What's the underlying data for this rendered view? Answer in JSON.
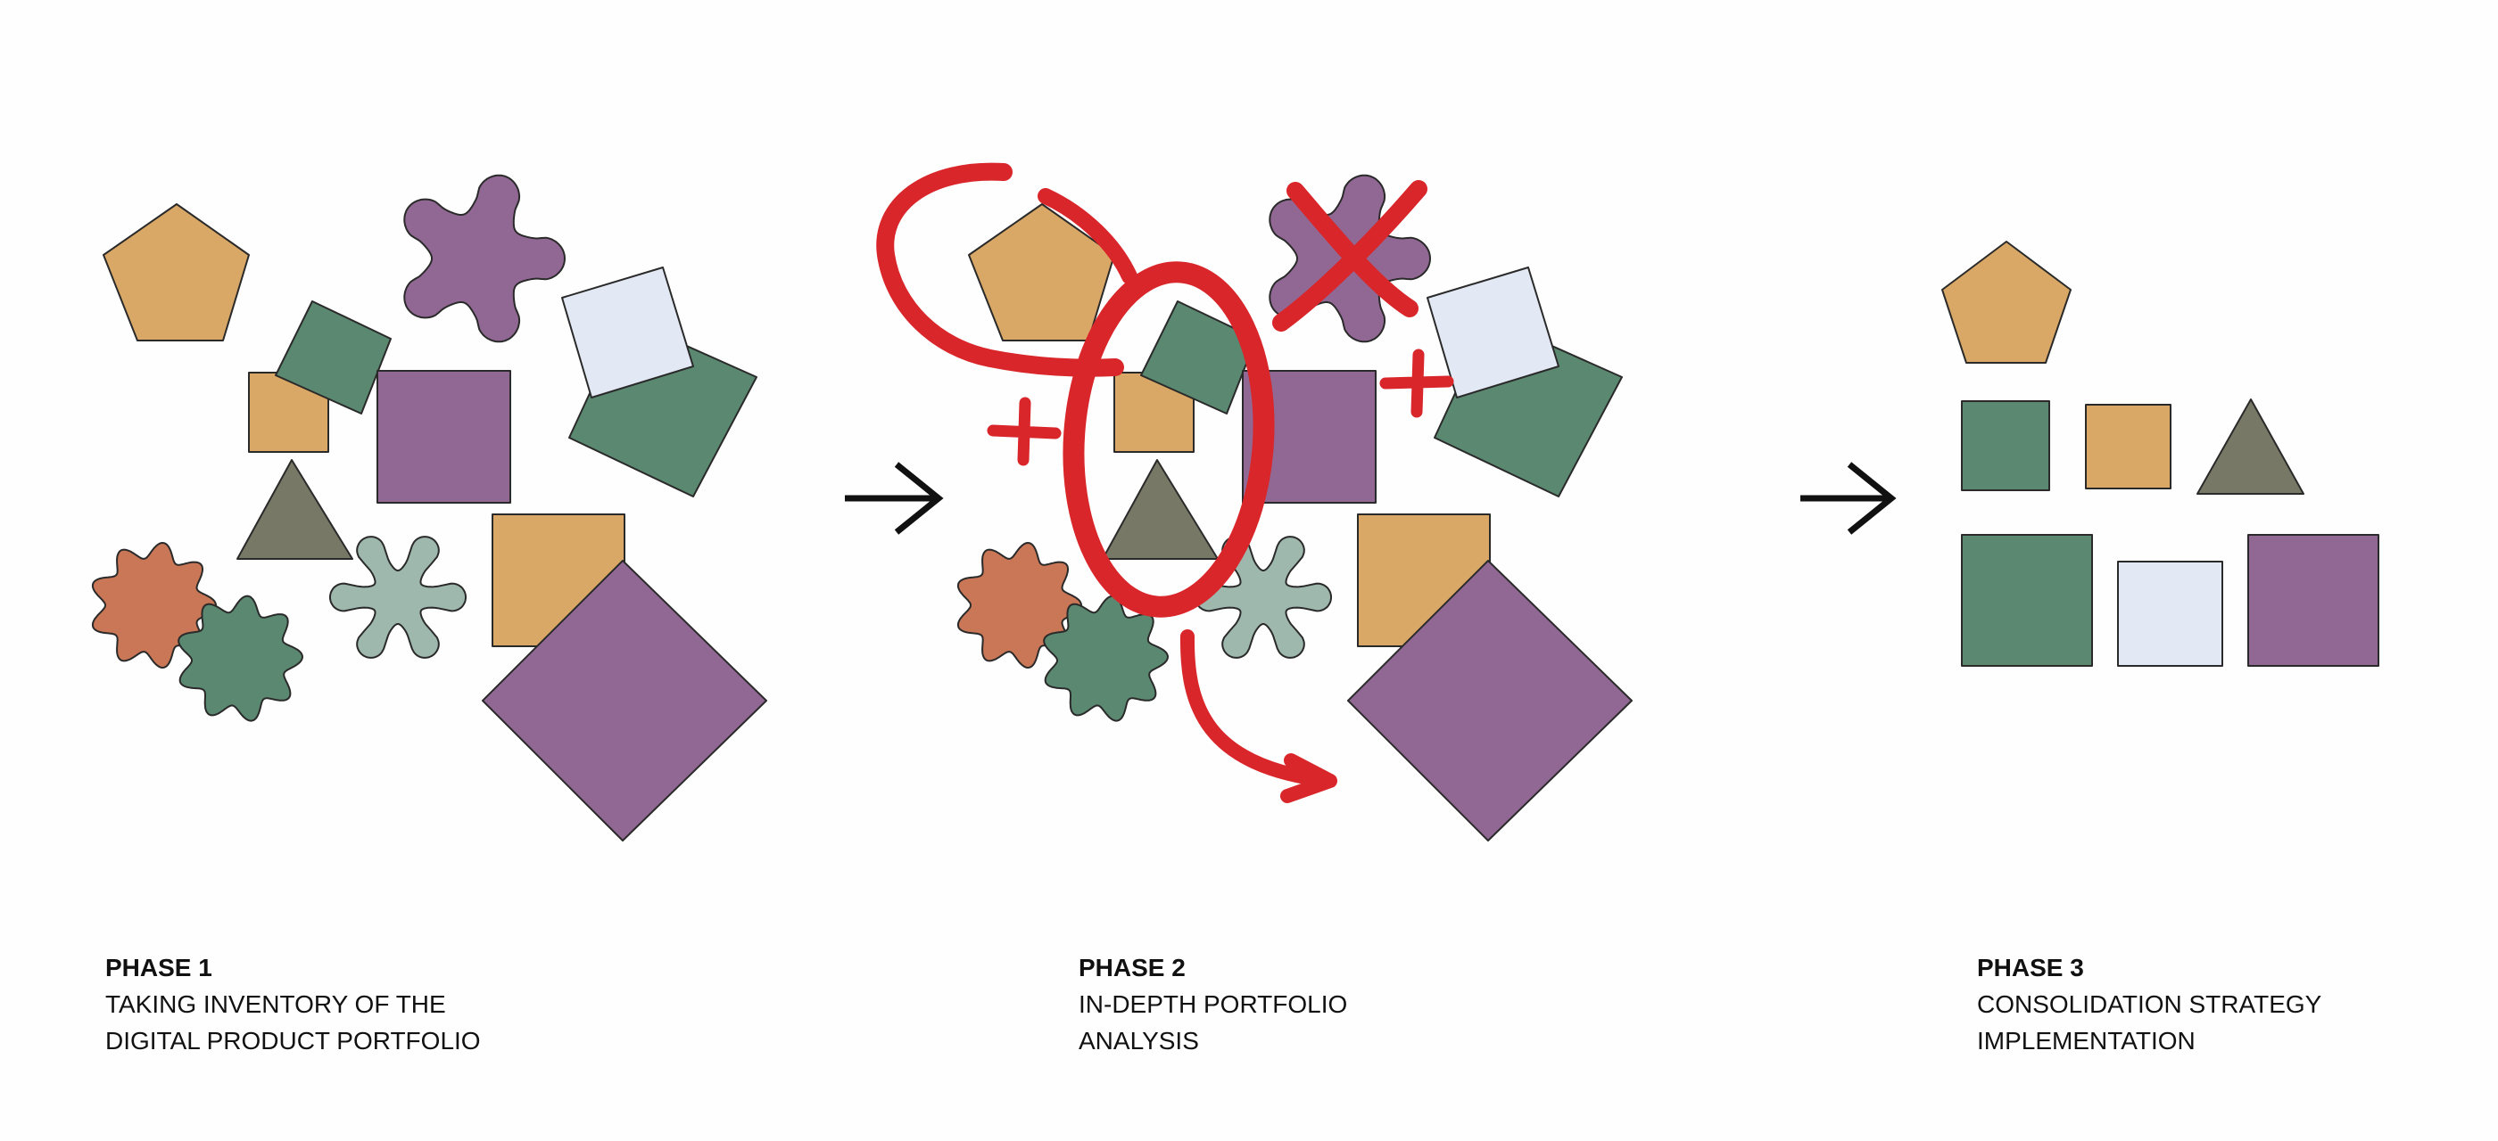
{
  "colors": {
    "orange": "#D9A866",
    "purple": "#916893",
    "green": "#5B8870",
    "light_blue": "#E3E9F4",
    "olive": "#787866",
    "coral": "#C97756",
    "sage": "#9EB8AE",
    "annotation_red": "#D9262A",
    "arrow": "#111111"
  },
  "phases": [
    {
      "title": "PHASE 1",
      "line1": "TAKING INVENTORY OF THE",
      "line2": "DIGITAL PRODUCT PORTFOLIO"
    },
    {
      "title": "PHASE 2",
      "line1": "IN-DEPTH PORTFOLIO",
      "line2": "ANALYSIS"
    },
    {
      "title": "PHASE 3",
      "line1": "CONSOLIDATION STRATEGY",
      "line2": "IMPLEMENTATION"
    }
  ]
}
